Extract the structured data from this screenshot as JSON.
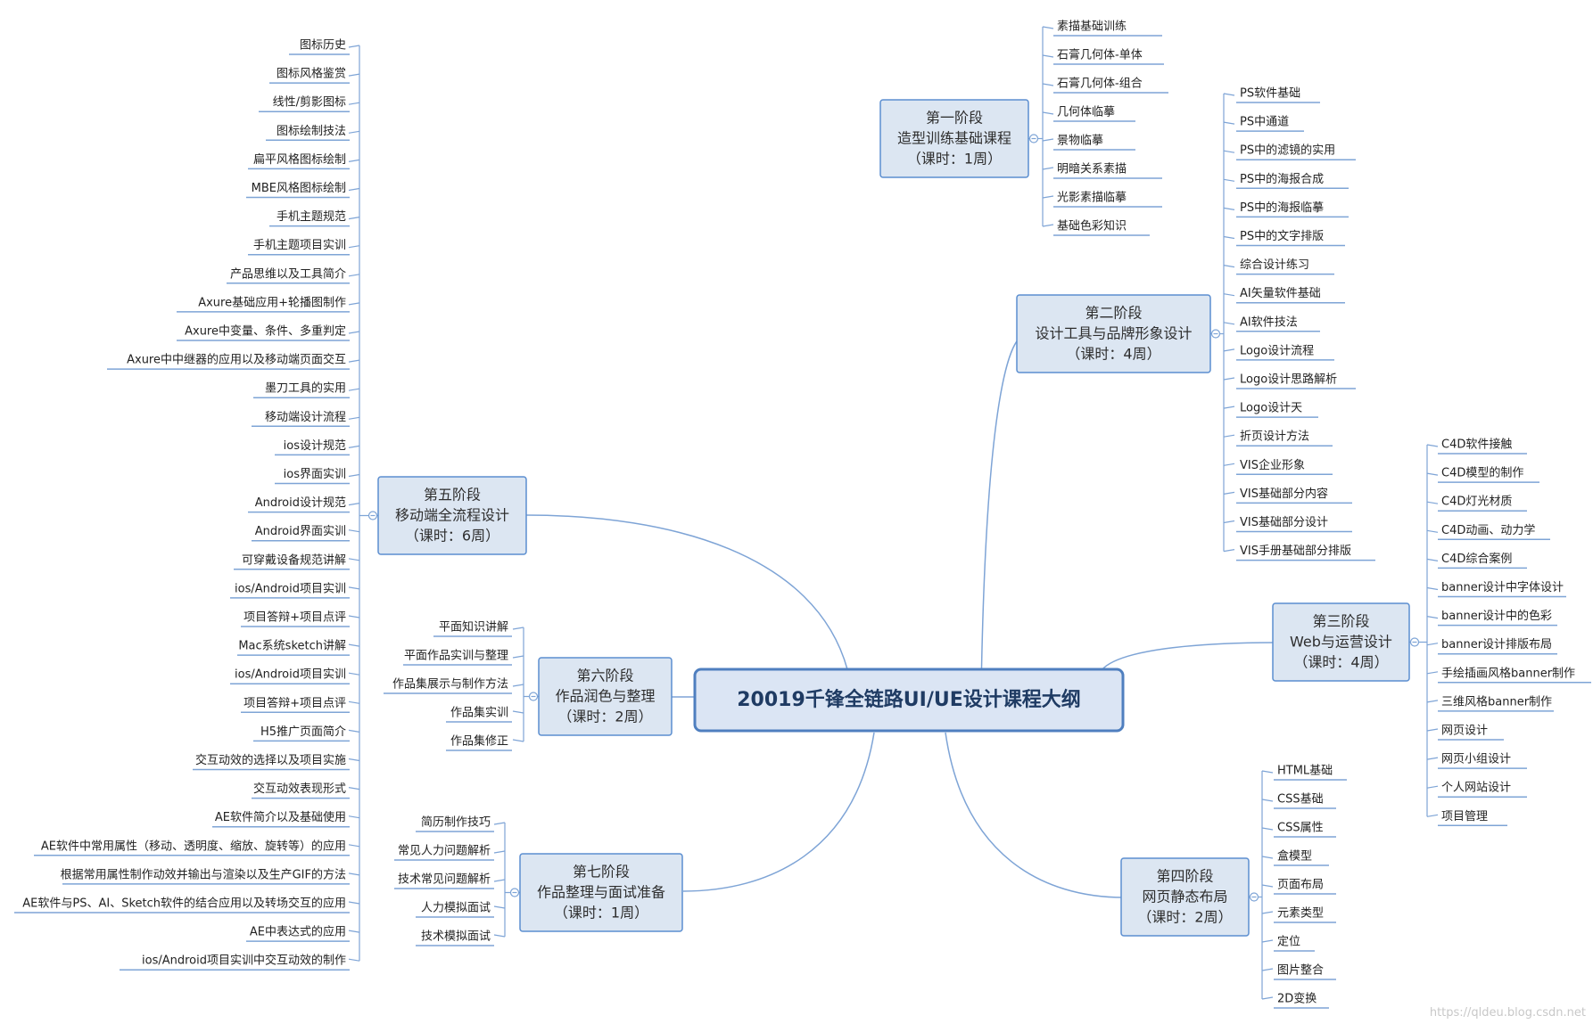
{
  "center": "20019千锋全链路UI/UE设计课程大纲",
  "watermark": "https://qldeu.blog.csdn.net",
  "stages": [
    {
      "id": "s1",
      "side": "right",
      "lines": [
        "第一阶段",
        "造型训练基础课程",
        "（课时：1周）"
      ],
      "items": [
        "素描基础训练",
        "石膏几何体-单体",
        "石膏几何体-组合",
        "几何体临摹",
        "景物临摹",
        "明暗关系素描",
        "光影素描临摹",
        "基础色彩知识"
      ]
    },
    {
      "id": "s2",
      "side": "right",
      "lines": [
        "第二阶段",
        "设计工具与品牌形象设计",
        "（课时：4周）"
      ],
      "items": [
        "PS软件基础",
        "PS中通道",
        "PS中的滤镜的实用",
        "PS中的海报合成",
        "PS中的海报临摹",
        "PS中的文字排版",
        "综合设计练习",
        "AI矢量软件基础",
        "AI软件技法",
        "Logo设计流程",
        "Logo设计思路解析",
        "Logo设计天",
        "折页设计方法",
        "VIS企业形象",
        "VIS基础部分内容",
        "VIS基础部分设计",
        "VIS手册基础部分排版"
      ]
    },
    {
      "id": "s3",
      "side": "right",
      "lines": [
        "第三阶段",
        "Web与运营设计",
        "（课时：4周）"
      ],
      "items": [
        "C4D软件接触",
        "C4D模型的制作",
        "C4D灯光材质",
        "C4D动画、动力学",
        "C4D综合案例",
        "banner设计中字体设计",
        "banner设计中的色彩",
        "banner设计排版布局",
        "手绘插画风格banner制作",
        "三维风格banner制作",
        "网页设计",
        "网页小组设计",
        "个人网站设计",
        "项目管理"
      ]
    },
    {
      "id": "s4",
      "side": "right",
      "lines": [
        "第四阶段",
        "网页静态布局",
        "（课时：2周）"
      ],
      "items": [
        "HTML基础",
        "CSS基础",
        "CSS属性",
        "盒模型",
        "页面布局",
        "元素类型",
        "定位",
        "图片整合",
        "2D变换"
      ]
    },
    {
      "id": "s5",
      "side": "left",
      "lines": [
        "第五阶段",
        "移动端全流程设计",
        "（课时：6周）"
      ],
      "items": [
        "图标历史",
        "图标风格鉴赏",
        "线性/剪影图标",
        "图标绘制技法",
        "扁平风格图标绘制",
        "MBE风格图标绘制",
        "手机主题规范",
        "手机主题项目实训",
        "产品思维以及工具简介",
        "Axure基础应用+轮播图制作",
        "Axure中变量、条件、多重判定",
        "Axure中中继器的应用以及移动端页面交互",
        "墨刀工具的实用",
        "移动端设计流程",
        "ios设计规范",
        "ios界面实训",
        "Android设计规范",
        "Android界面实训",
        "可穿戴设备规范讲解",
        "ios/Android项目实训",
        "项目答辩+项目点评",
        "Mac系统sketch讲解",
        "ios/Android项目实训",
        "项目答辩+项目点评",
        "H5推广页面简介",
        "交互动效的选择以及项目实施",
        "交互动效表现形式",
        "AE软件简介以及基础使用",
        "AE软件中常用属性（移动、透明度、缩放、旋转等）的应用",
        "根据常用属性制作动效并输出与渲染以及生产GIF的方法",
        "AE软件与PS、AI、Sketch软件的结合应用以及转场交互的应用",
        "AE中表达式的应用",
        "ios/Android项目实训中交互动效的制作"
      ]
    },
    {
      "id": "s6",
      "side": "left",
      "lines": [
        "第六阶段",
        "作品润色与整理",
        "（课时：2周）"
      ],
      "items": [
        "平面知识讲解",
        "平面作品实训与整理",
        "作品集展示与制作方法",
        "作品集实训",
        "作品集修正"
      ]
    },
    {
      "id": "s7",
      "side": "left",
      "lines": [
        "第七阶段",
        "作品整理与面试准备",
        "（课时：1周）"
      ],
      "items": [
        "简历制作技巧",
        "常见人力问题解析",
        "技术常见问题解析",
        "人力模拟面试",
        "技术模拟面试"
      ]
    }
  ]
}
